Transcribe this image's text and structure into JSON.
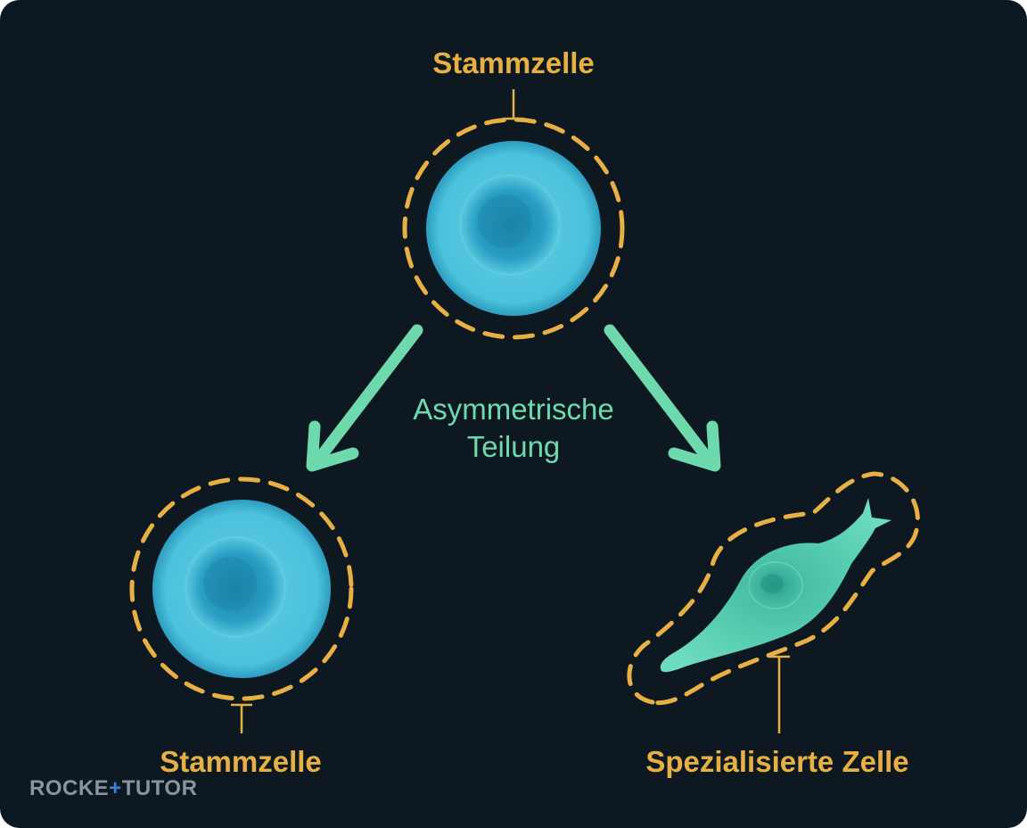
{
  "labels": {
    "top_cell": "Stammzelle",
    "division": [
      "Asymmetrische",
      "Teilung"
    ],
    "bottom_left_cell": "Stammzelle",
    "bottom_right_cell": "Spezialisierte Zelle"
  },
  "logo": {
    "part1": "ROCKE",
    "mark": "+",
    "part2": "TUTOR"
  },
  "colors": {
    "background": "#0d1820",
    "label": "#e7b045",
    "outline_dashed": "#e7b045",
    "arrow": "#6fd9ae",
    "stem_cell": "#4fc6dd",
    "specialized_cell": "#5fd0b0"
  }
}
